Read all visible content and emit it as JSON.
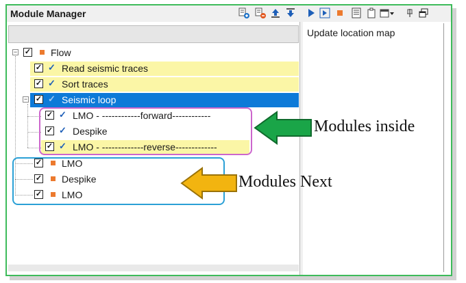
{
  "window": {
    "title": "Module Manager"
  },
  "toolbar": {
    "icons": [
      "add-module-icon",
      "remove-module-icon",
      "move-up-icon",
      "move-down-icon",
      "run-icon",
      "run-step-icon",
      "stop-icon",
      "list-icon",
      "clipboard-icon",
      "window-dropdown-icon",
      "pin-icon",
      "restore-icon"
    ]
  },
  "search": {
    "value": "",
    "placeholder": ""
  },
  "tree": {
    "items": [
      {
        "label": "Flow",
        "icon": "orange-square",
        "checked": true,
        "expanded": true,
        "highlight": "none"
      },
      {
        "label": "Read seismic traces",
        "icon": "blue-check",
        "checked": true,
        "highlight": "yellow"
      },
      {
        "label": "Sort traces",
        "icon": "blue-check",
        "checked": true,
        "highlight": "yellow"
      },
      {
        "label": "Seismic loop",
        "icon": "blue-check",
        "checked": true,
        "expanded": true,
        "highlight": "selected"
      },
      {
        "label": "LMO - ------------forward------------",
        "icon": "blue-check",
        "checked": true,
        "highlight": "none"
      },
      {
        "label": "Despike",
        "icon": "blue-check",
        "checked": true,
        "highlight": "none"
      },
      {
        "label": "LMO - -------------reverse-------------",
        "icon": "blue-check",
        "checked": true,
        "highlight": "yellow"
      },
      {
        "label": "LMO",
        "icon": "orange-square",
        "checked": true,
        "highlight": "none"
      },
      {
        "label": "Despike",
        "icon": "orange-square",
        "checked": true,
        "highlight": "none"
      },
      {
        "label": "LMO",
        "icon": "orange-square",
        "checked": true,
        "highlight": "none"
      }
    ]
  },
  "details": {
    "text": "Update location map"
  },
  "annotations": {
    "modules_inside": "Modules inside",
    "modules_next": "Modules Next",
    "green_arrow_color": "#1aa548",
    "orange_arrow_color": "#f2b410",
    "pink_box_color": "#cc66cc",
    "blue_box_color": "#2aa0d6"
  },
  "colors": {
    "selected_row": "#0d7ad8",
    "highlight_row": "#fbf6a6",
    "window_border": "#3dbb5a"
  }
}
